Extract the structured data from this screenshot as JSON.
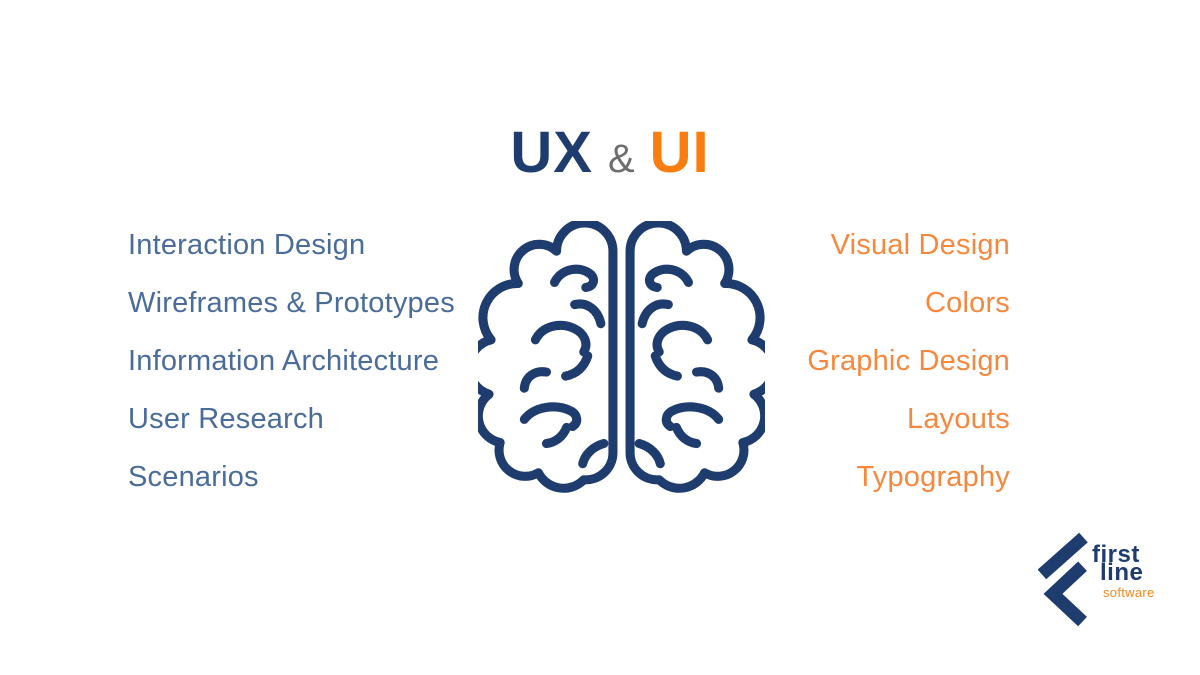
{
  "title": {
    "ux": "UX",
    "ampersand": "&",
    "ui": "UI"
  },
  "left_column": {
    "items": [
      "Interaction Design",
      "Wireframes & Prototypes",
      "Information Architecture",
      "User Research",
      "Scenarios"
    ]
  },
  "right_column": {
    "items": [
      "Visual Design",
      "Colors",
      "Graphic Design",
      "Layouts",
      "Typography"
    ]
  },
  "logo": {
    "word1": "first",
    "word2": "line",
    "word3": "software"
  },
  "icons": {
    "center_illustration": "brain-icon",
    "logo_mark": "firstline-logo-icon"
  },
  "colors": {
    "navy": "#1E3C6E",
    "orange": "#F97D0F",
    "left_text_blue": "#4A6C9B",
    "right_text_orange": "#F8873C",
    "ampersand_gray": "#6E6E70",
    "background": "#FFFFFF"
  }
}
